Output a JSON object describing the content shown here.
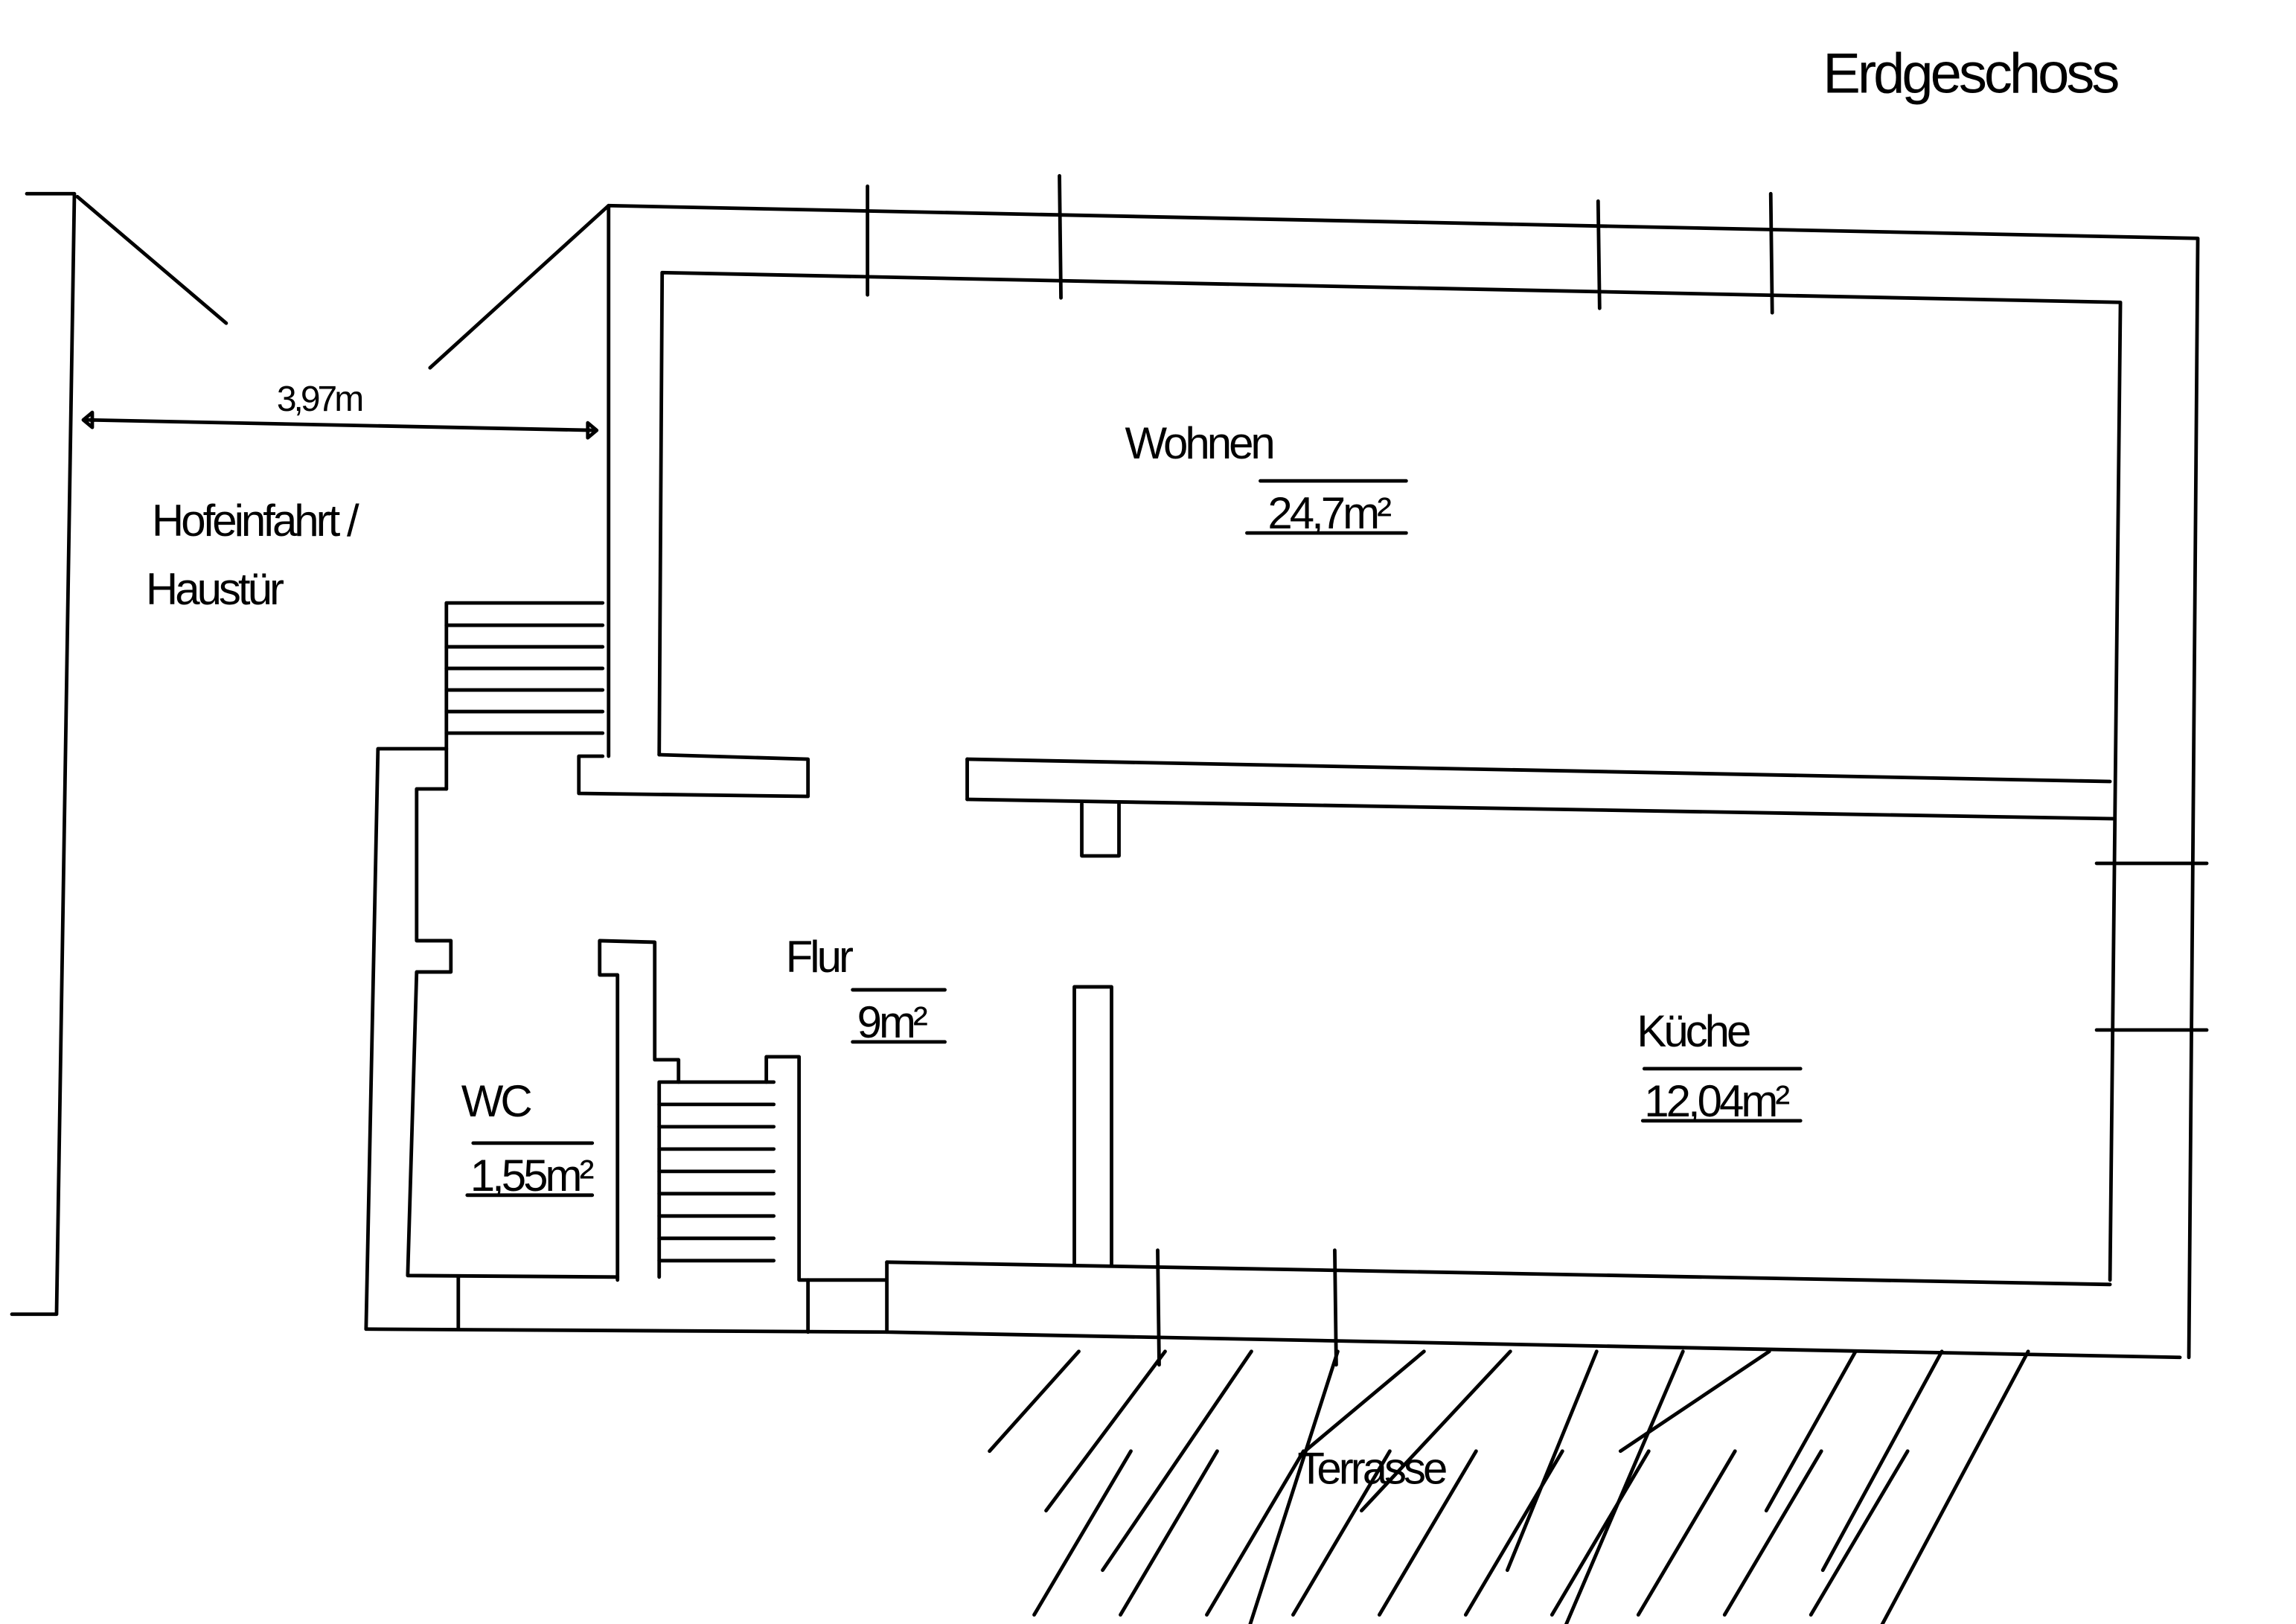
{
  "title": "Erdgeschoss",
  "dimension": "3,97m",
  "outside": {
    "line1": "Hofeinfahrt /",
    "line2": "Haustür",
    "terrace": "Terrasse"
  },
  "rooms": [
    {
      "name": "Wohnen",
      "area": "24,7m²"
    },
    {
      "name": "Flur",
      "area": "9m²"
    },
    {
      "name": "Küche",
      "area": "12,04m²"
    },
    {
      "name": "WC",
      "area": "1,55m²"
    }
  ],
  "colors": {
    "ink": "#000000",
    "paper": "#ffffff"
  }
}
